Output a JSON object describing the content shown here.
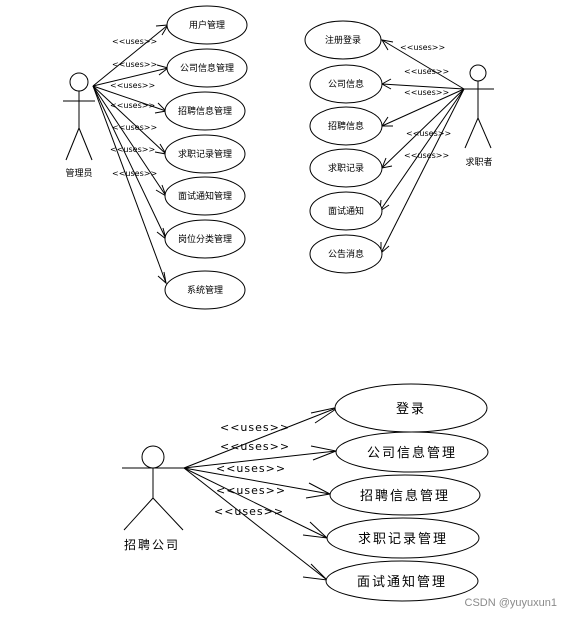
{
  "diagrams": [
    {
      "actor": "管理员",
      "stereotype": "<<uses>>",
      "use_cases": [
        "用户管理",
        "公司信息管理",
        "招聘信息管理",
        "求职记录管理",
        "面试通知管理",
        "岗位分类管理",
        "系统管理"
      ]
    },
    {
      "actor": "求职者",
      "stereotype": "<<uses>>",
      "use_cases": [
        "注册登录",
        "公司信息",
        "招聘信息",
        "求职记录",
        "面试通知",
        "公告消息"
      ]
    },
    {
      "actor": "招聘公司",
      "stereotype": "<<uses>>",
      "use_cases": [
        "登录",
        "公司信息管理",
        "招聘信息管理",
        "求职记录管理",
        "面试通知管理"
      ]
    }
  ],
  "watermark": "CSDN @yuyuxun1"
}
